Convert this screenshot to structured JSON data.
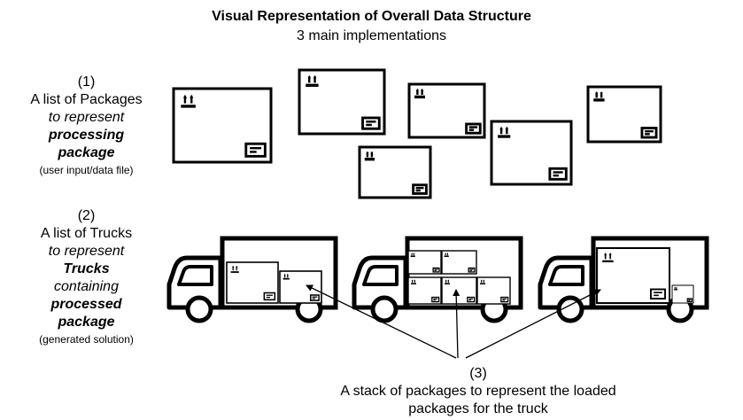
{
  "header": {
    "title": "Visual Representation of Overall Data Structure",
    "subtitle": "3 main implementations"
  },
  "section1": {
    "number": "(1)",
    "line1": "A list of Packages",
    "line2": "to represent",
    "line3": "processing",
    "line4": "package",
    "note": "(user input/data file)"
  },
  "section2": {
    "number": "(2)",
    "line1": "A list of Trucks",
    "line2": "to represent",
    "line3": "Trucks",
    "line4": "containing",
    "line5": "processed",
    "line6": "package",
    "note": "(generated solution)"
  },
  "section3": {
    "number": "(3)",
    "line1": "A stack of packages to represent the loaded",
    "line2": "packages for the truck"
  },
  "icons": {
    "package": "package-box-icon",
    "truck": "delivery-truck-icon",
    "this_way_up": "this-way-up-arrows-icon",
    "shipping_label": "shipping-label-icon"
  }
}
